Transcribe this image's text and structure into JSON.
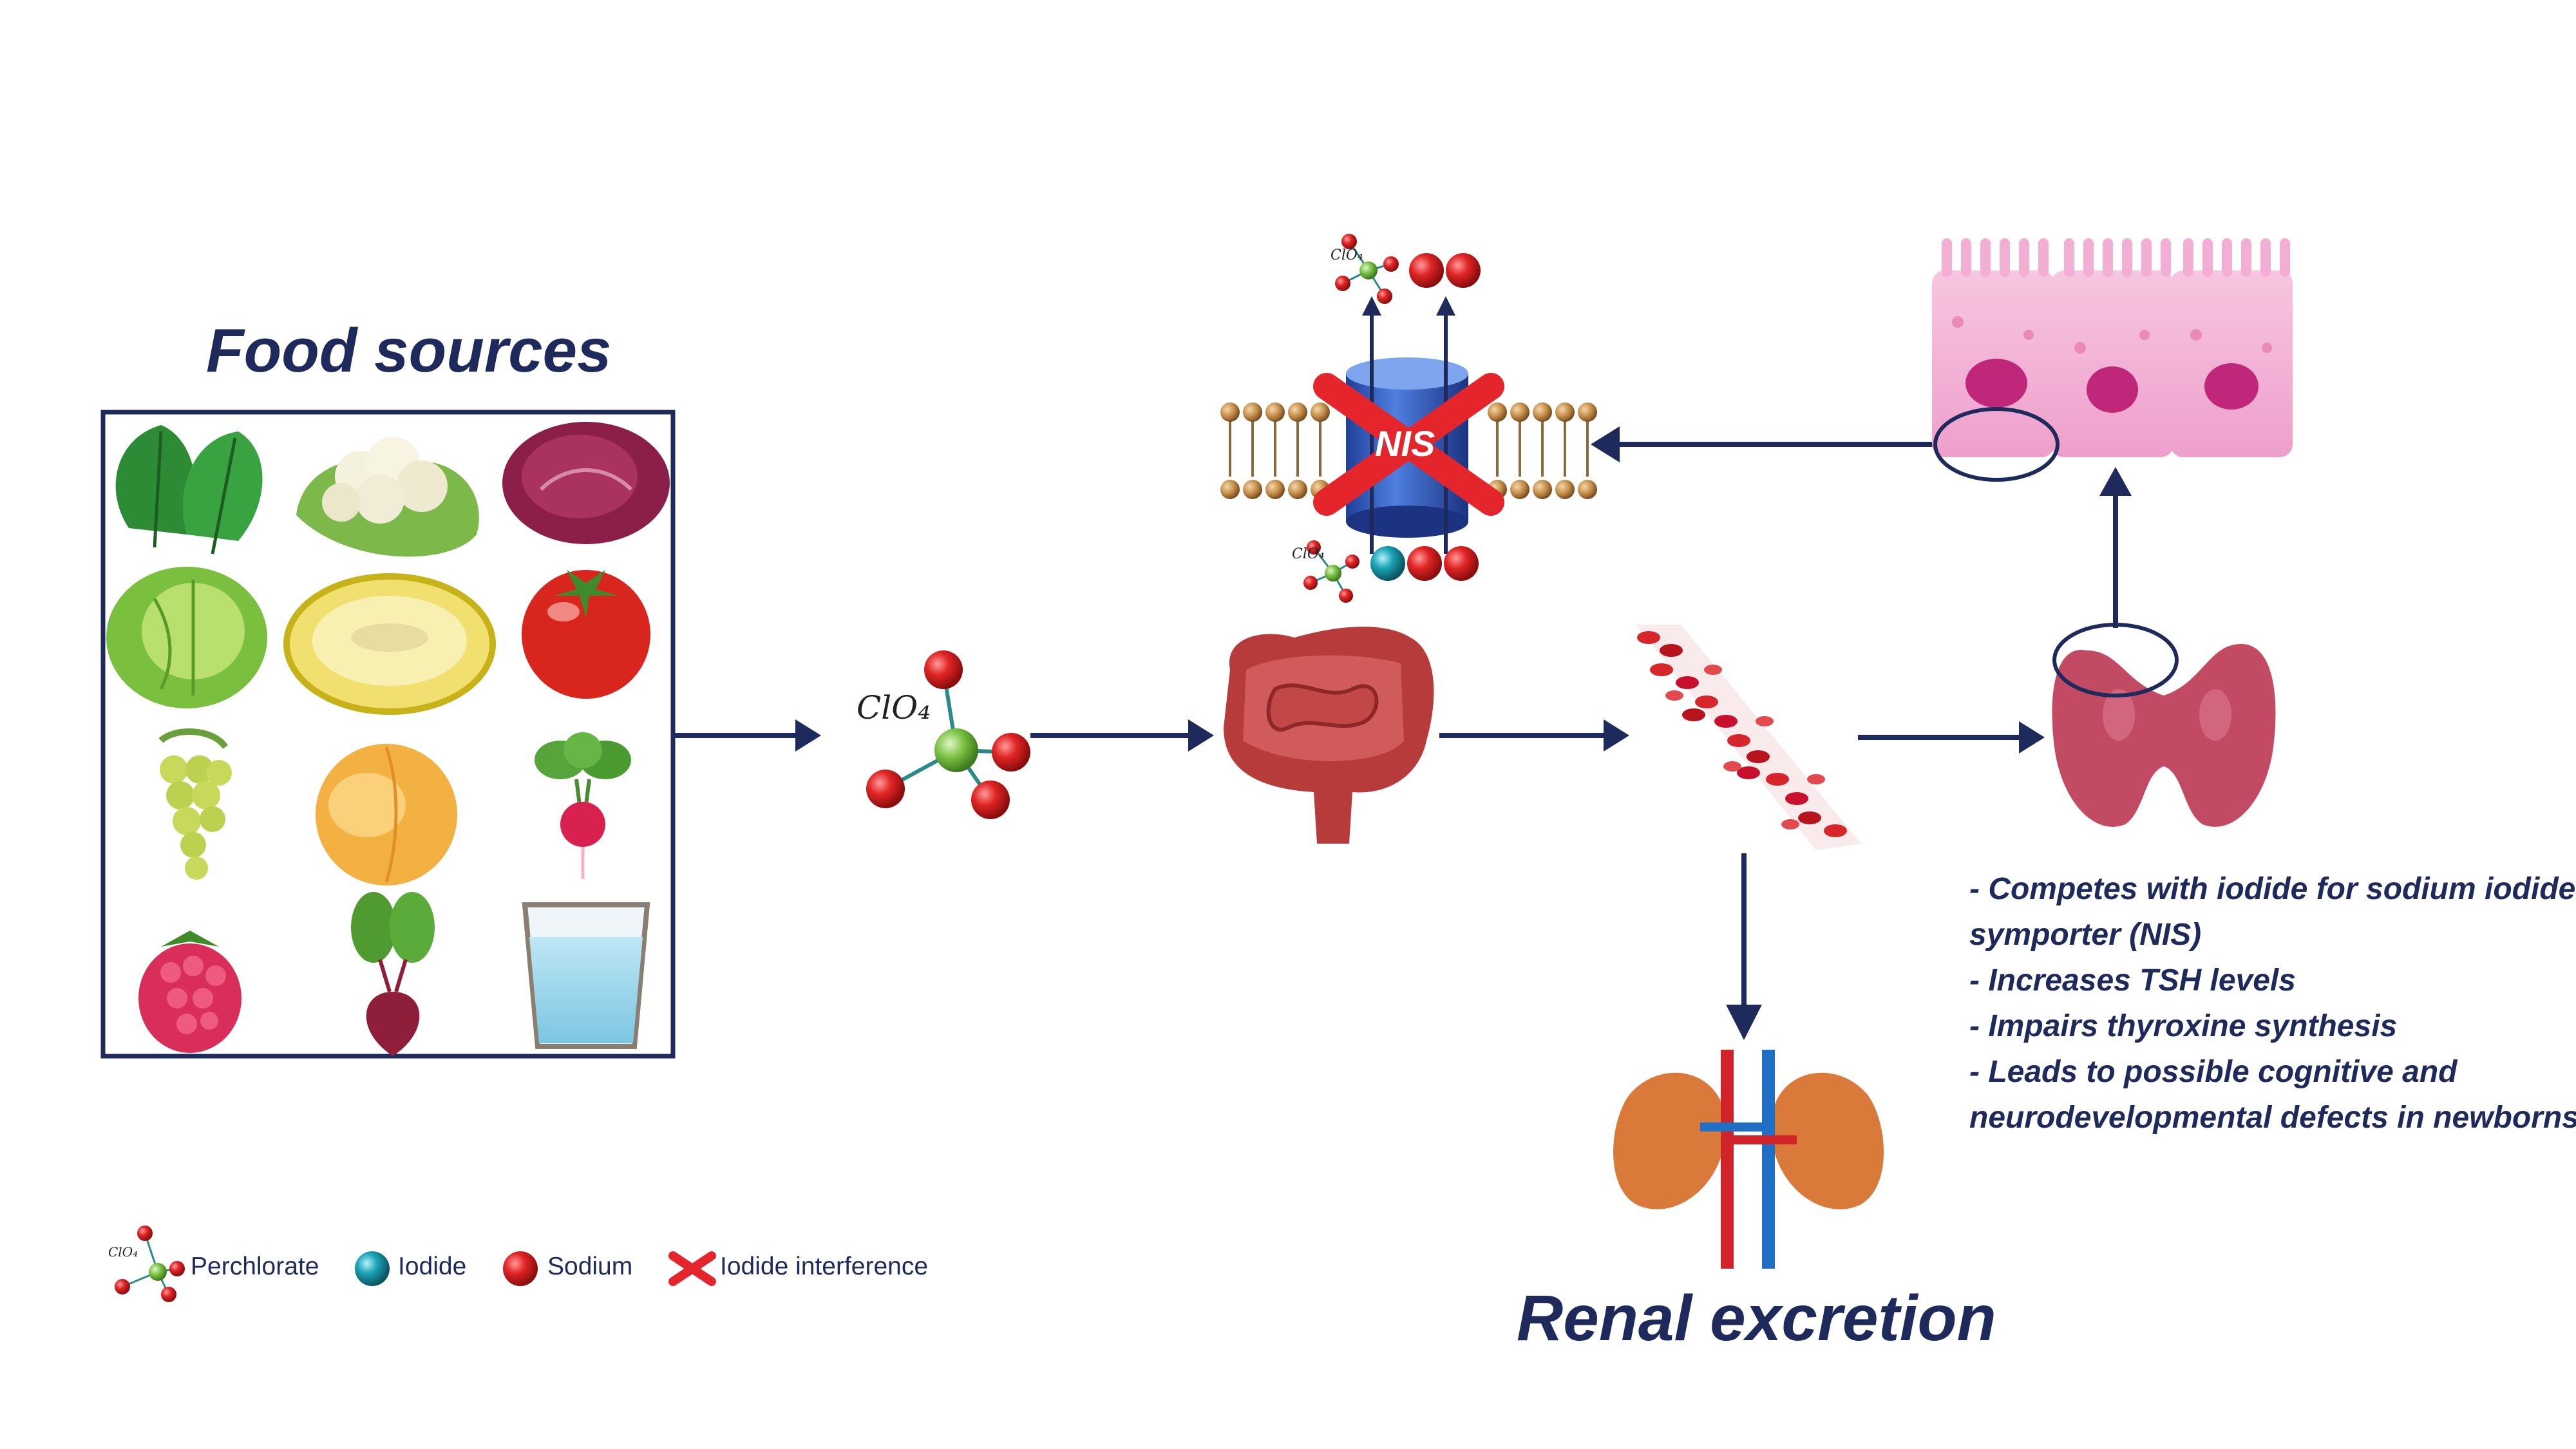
{
  "titles": {
    "food_sources": "Food sources",
    "renal_excretion": "Renal excretion"
  },
  "food_items": [
    {
      "name": "Spinach"
    },
    {
      "name": "Cauliflower"
    },
    {
      "name": "Red lettuce"
    },
    {
      "name": "Cabbage"
    },
    {
      "name": "Melon"
    },
    {
      "name": "Tomato"
    },
    {
      "name": "Grapes"
    },
    {
      "name": "Peach"
    },
    {
      "name": "Radish"
    },
    {
      "name": "Raspberry"
    },
    {
      "name": "Beet"
    },
    {
      "name": "Glass of water"
    }
  ],
  "pathway": [
    "Food sources",
    "Perchlorate",
    "Intestine",
    "Bloodstream",
    "Thyroid",
    "Thyroid follicular cells",
    "NIS membrane transport"
  ],
  "nis": {
    "label": "NIS"
  },
  "chemical": {
    "formula": "ClO₄"
  },
  "effects": [
    "- Competes with iodide for sodium iodide",
    "symporter (NIS)",
    "- Increases TSH levels",
    "- Impairs thyroxine synthesis",
    "- Leads to possible cognitive and",
    "neurodevelopmental defects in newborns"
  ],
  "legend": {
    "perchlorate": "Perchlorate",
    "iodide": "Iodide",
    "sodium": "Sodium",
    "iodide_interference": "Iodide interference"
  },
  "colors": {
    "navy": "#1f2a5c",
    "sodium_red": "#c8102e",
    "iodide_teal": "#1aa3b5",
    "chlorine_green": "#7ac143",
    "oxygen_red": "#e03030",
    "cell_pink": "#f0a6cf",
    "nucleus": "#c0267a",
    "thyroid": "#c24a63",
    "nis_blue": "#2f5dbf",
    "cross_red": "#e4262c"
  }
}
